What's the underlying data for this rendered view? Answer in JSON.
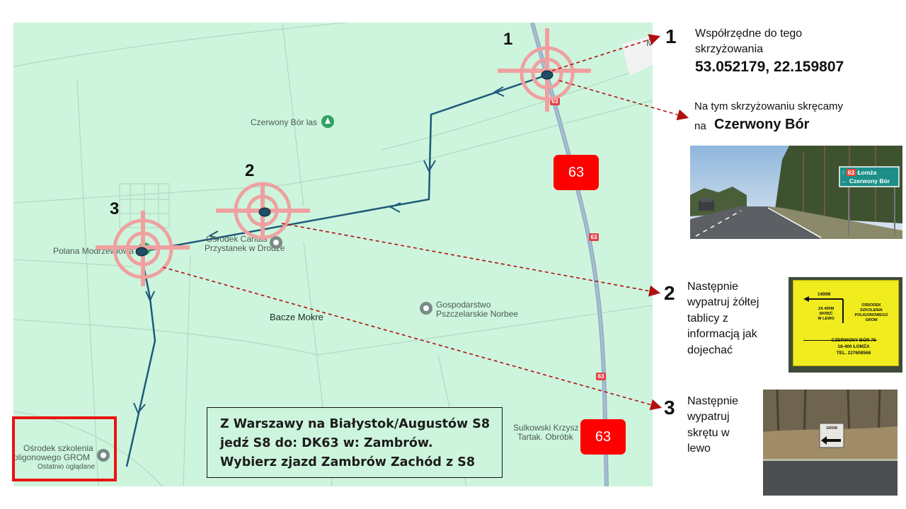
{
  "map": {
    "labels": {
      "czerwony_bor_las": "Czerwony Bór las",
      "osrodek_caritas_1": "Ośrodek Caritas",
      "osrodek_caritas_2": "Przystanek w Drodze",
      "polana": "Polana Modrzewiowa",
      "gospodarstwo_1": "Gospodarstwo",
      "gospodarstwo_2": "Pszczelarskie Norbee",
      "bacze": "Bacze Mokre",
      "sulkowski_1": "Sulkowski Krzysz",
      "sulkowski_2": "Tartak. Obróbk",
      "osrodek_grom_1": "Ośrodek szkolenia",
      "osrodek_grom_2": "oligonowego GROM",
      "osrodek_grom_3": "Ostatnio oglądane",
      "corner_m": "M"
    },
    "road_number": "63",
    "badge_top": "63",
    "badge_bottom": "63",
    "step_labels": [
      "1",
      "2",
      "3"
    ],
    "info_box": [
      "Z Warszawy na Białystok/Augustów S8",
      "jedź S8 do: DK63 w: Zambrów.",
      "Wybierz zjazd Zambrów Zachód z S8"
    ]
  },
  "panel": {
    "step1": {
      "num": "1",
      "line1": "Współrzędne do tego",
      "line2": "skrzyżowania",
      "coords": "53.052179, 22.159807",
      "turn1": "Na tym skrzyżowaniu skręcamy",
      "turn2_prefix": "na",
      "turn2_place": "Czerwony Bór",
      "sign_road": "63",
      "sign_line1": "Łomża",
      "sign_line2": "Czerwony Bór"
    },
    "step2": {
      "num": "2",
      "lines": [
        "Następnie",
        "wypatruj żółtej",
        "tablicy z",
        "informacją jak",
        "dojechać"
      ],
      "sign_top": "1400M",
      "sign_mid": [
        "ZA 400M",
        "SKRĘĆ",
        "W LEWO"
      ],
      "sign_org": [
        "OŚRODEK",
        "SZKOLENIA",
        "POLIGONOWEGO",
        "GROM"
      ],
      "sign_addr": [
        "CZERWONY BÓR 76",
        "18-400 ŁOMŻA",
        "TEL. 227608568"
      ]
    },
    "step3": {
      "num": "3",
      "lines": [
        "Następnie",
        "wypatruj",
        "skrętu w",
        "lewo"
      ],
      "sign_small": "GROM"
    }
  }
}
